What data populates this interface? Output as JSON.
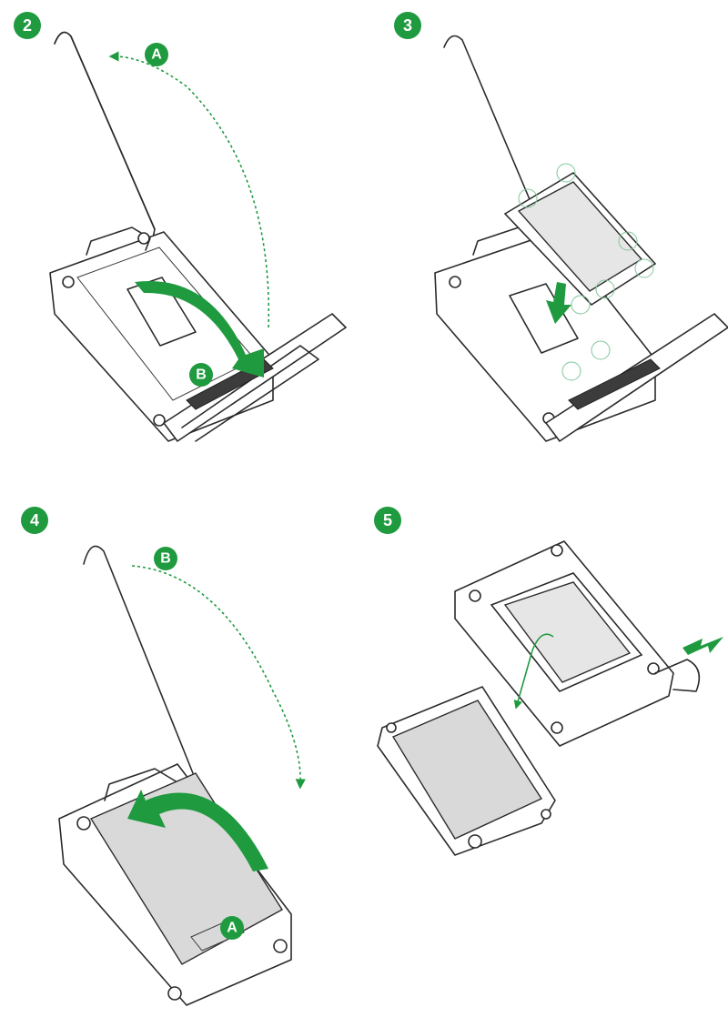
{
  "colors": {
    "accent_green": "#1f9a3f",
    "marker_green": "#7fc79a",
    "line_dark": "#2b2b2b",
    "cover_gray": "#d9d9d9",
    "cpu_gray": "#e6e6e6"
  },
  "steps": [
    {
      "number": "2",
      "labels": {
        "a": "A",
        "b": "B"
      }
    },
    {
      "number": "3"
    },
    {
      "number": "4",
      "labels": {
        "a": "A",
        "b": "B"
      }
    },
    {
      "number": "5"
    }
  ]
}
